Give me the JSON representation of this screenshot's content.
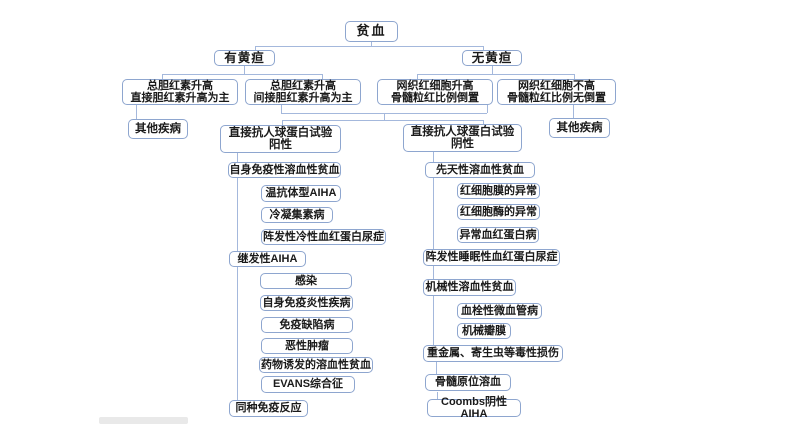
{
  "nodes": {
    "anemia": "贫血",
    "jaundice_yes": "有黄疸",
    "jaundice_no": "无黄疸",
    "bili_direct": "总胆红素升高\n直接胆红素升高为主",
    "bili_indirect": "总胆红素升高\n间接胆红素升高为主",
    "retic_high": "网织红细胞升高\n骨髓粒红比例倒置",
    "retic_normal": "网织红细胞不高\n骨髓粒红比例无倒置",
    "other_disease_left": "其他疾病",
    "other_disease_right": "其他疾病",
    "dat_positive": "直接抗人球蛋白试验\n阳性",
    "dat_negative": "直接抗人球蛋白试验\n阴性",
    "aiha": "自身免疫性溶血性贫血",
    "warm_aiha": "温抗体型AIHA",
    "cold_agglutinin": "冷凝集素病",
    "pch": "阵发性冷性血红蛋白尿症",
    "secondary_aiha": "继发性AIHA",
    "infection": "感染",
    "autoimmune_inflammatory": "自身免疫炎性疾病",
    "immunodeficiency": "免疫缺陷病",
    "malignancy": "恶性肿瘤",
    "drug_induced": "药物诱发的溶血性贫血",
    "evans": "EVANS综合征",
    "alloimmune": "同种免疫反应",
    "congenital": "先天性溶血性贫血",
    "rbc_membrane": "红细胞膜的异常",
    "rbc_enzyme": "红细胞酶的异常",
    "abnormal_hb": "异常血红蛋白病",
    "pnh": "阵发性睡眠性血红蛋白尿症",
    "mechanical": "机械性溶血性贫血",
    "tma": "血栓性微血管病",
    "mech_valve": "机械瓣膜",
    "toxic": "重金属、寄生虫等毒性损伤",
    "marrow_hemolysis": "骨髓原位溶血",
    "coombs_negative_aiha": "Coombs阴性AIHA"
  },
  "colors": {
    "box_border": "#8ea6cf",
    "connector": "#a4b8dc",
    "text": "#1a1a1a",
    "background": "#ffffff",
    "decor_bar": "#e9e9e9"
  }
}
